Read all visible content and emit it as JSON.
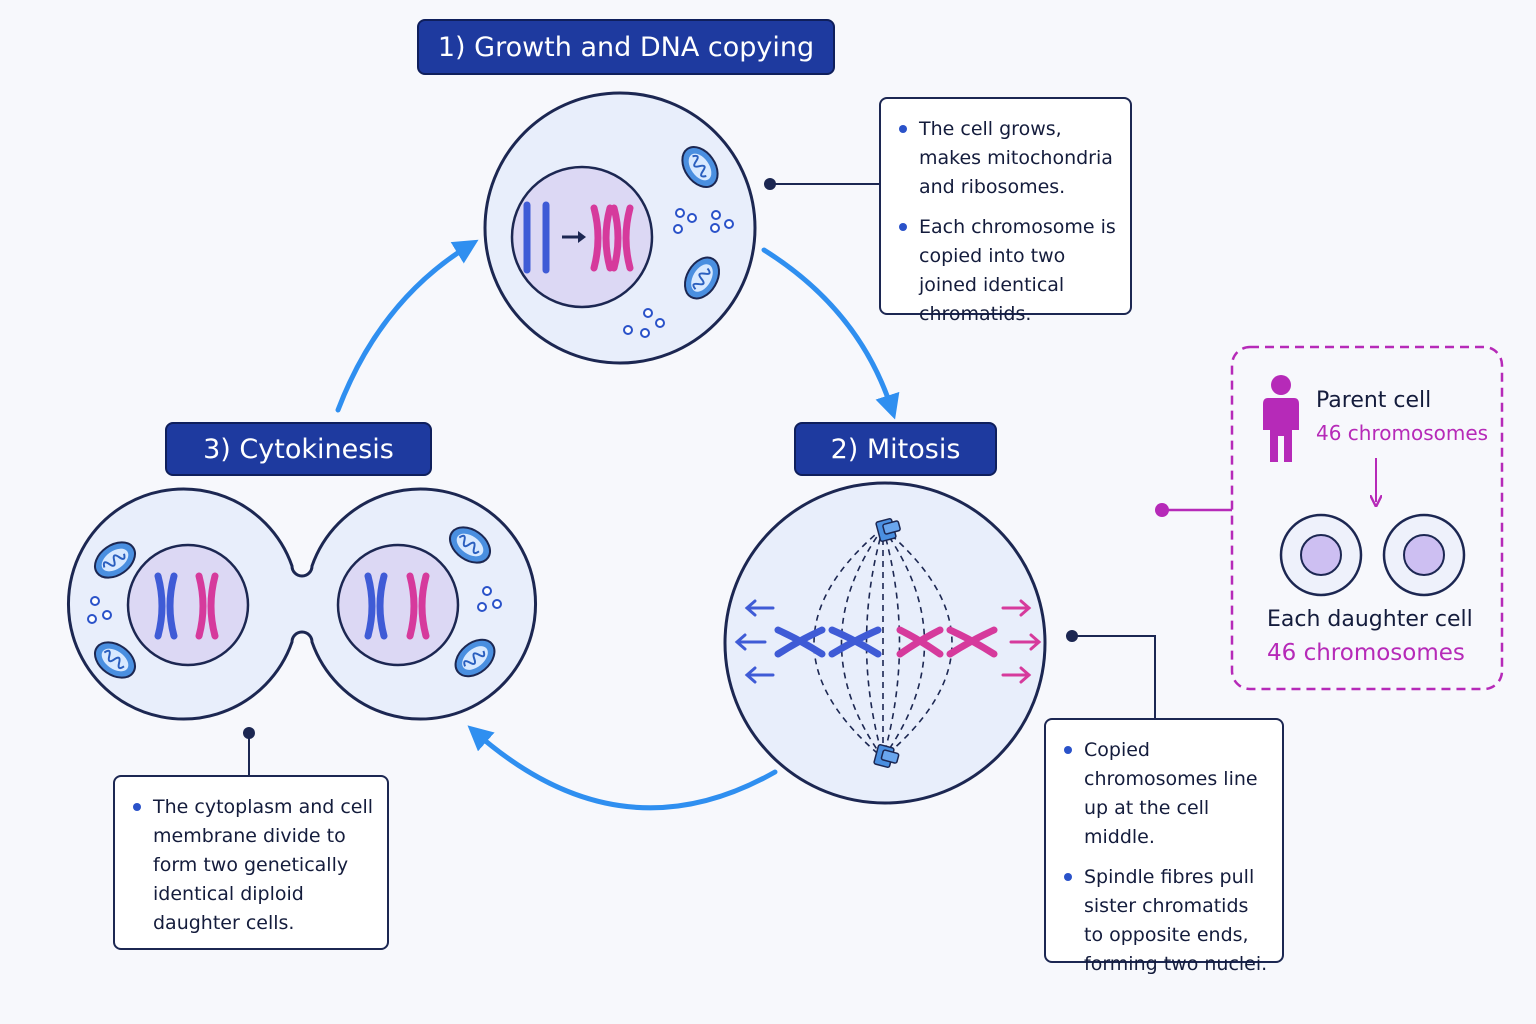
{
  "stages": {
    "growth": {
      "title": "1) Growth and DNA copying",
      "notes": [
        "The cell grows, makes mitochondria and ribosomes.",
        "Each chromosome is copied into two joined identical chromatids."
      ]
    },
    "mitosis": {
      "title": "2) Mitosis",
      "notes": [
        "Copied chromosomes line up at the cell middle.",
        "Spindle fibres pull sister chromatids to opposite ends, forming two nuclei."
      ]
    },
    "cytokinesis": {
      "title": "3) Cytokinesis",
      "notes": [
        "The cytoplasm and cell membrane divide to form two genetically identical diploid daughter cells."
      ]
    }
  },
  "inheritance": {
    "parent_label": "Parent cell",
    "parent_count": "46 chromosomes",
    "daughter_label": "Each daughter cell",
    "daughter_count": "46 chromosomes",
    "accent_color": "#b62ab8"
  },
  "colors": {
    "title_fill": "#1e3a9f",
    "cycle_arrow": "#2f8ff0",
    "chromosome_blue": "#3f5bd6",
    "chromosome_pink": "#d63a9c",
    "cell_fill": "#e8eefb",
    "nucleus_fill": "#dcd8f4"
  },
  "icons": [
    "person-icon",
    "mitochondrion-icon",
    "centrosome-icon"
  ]
}
